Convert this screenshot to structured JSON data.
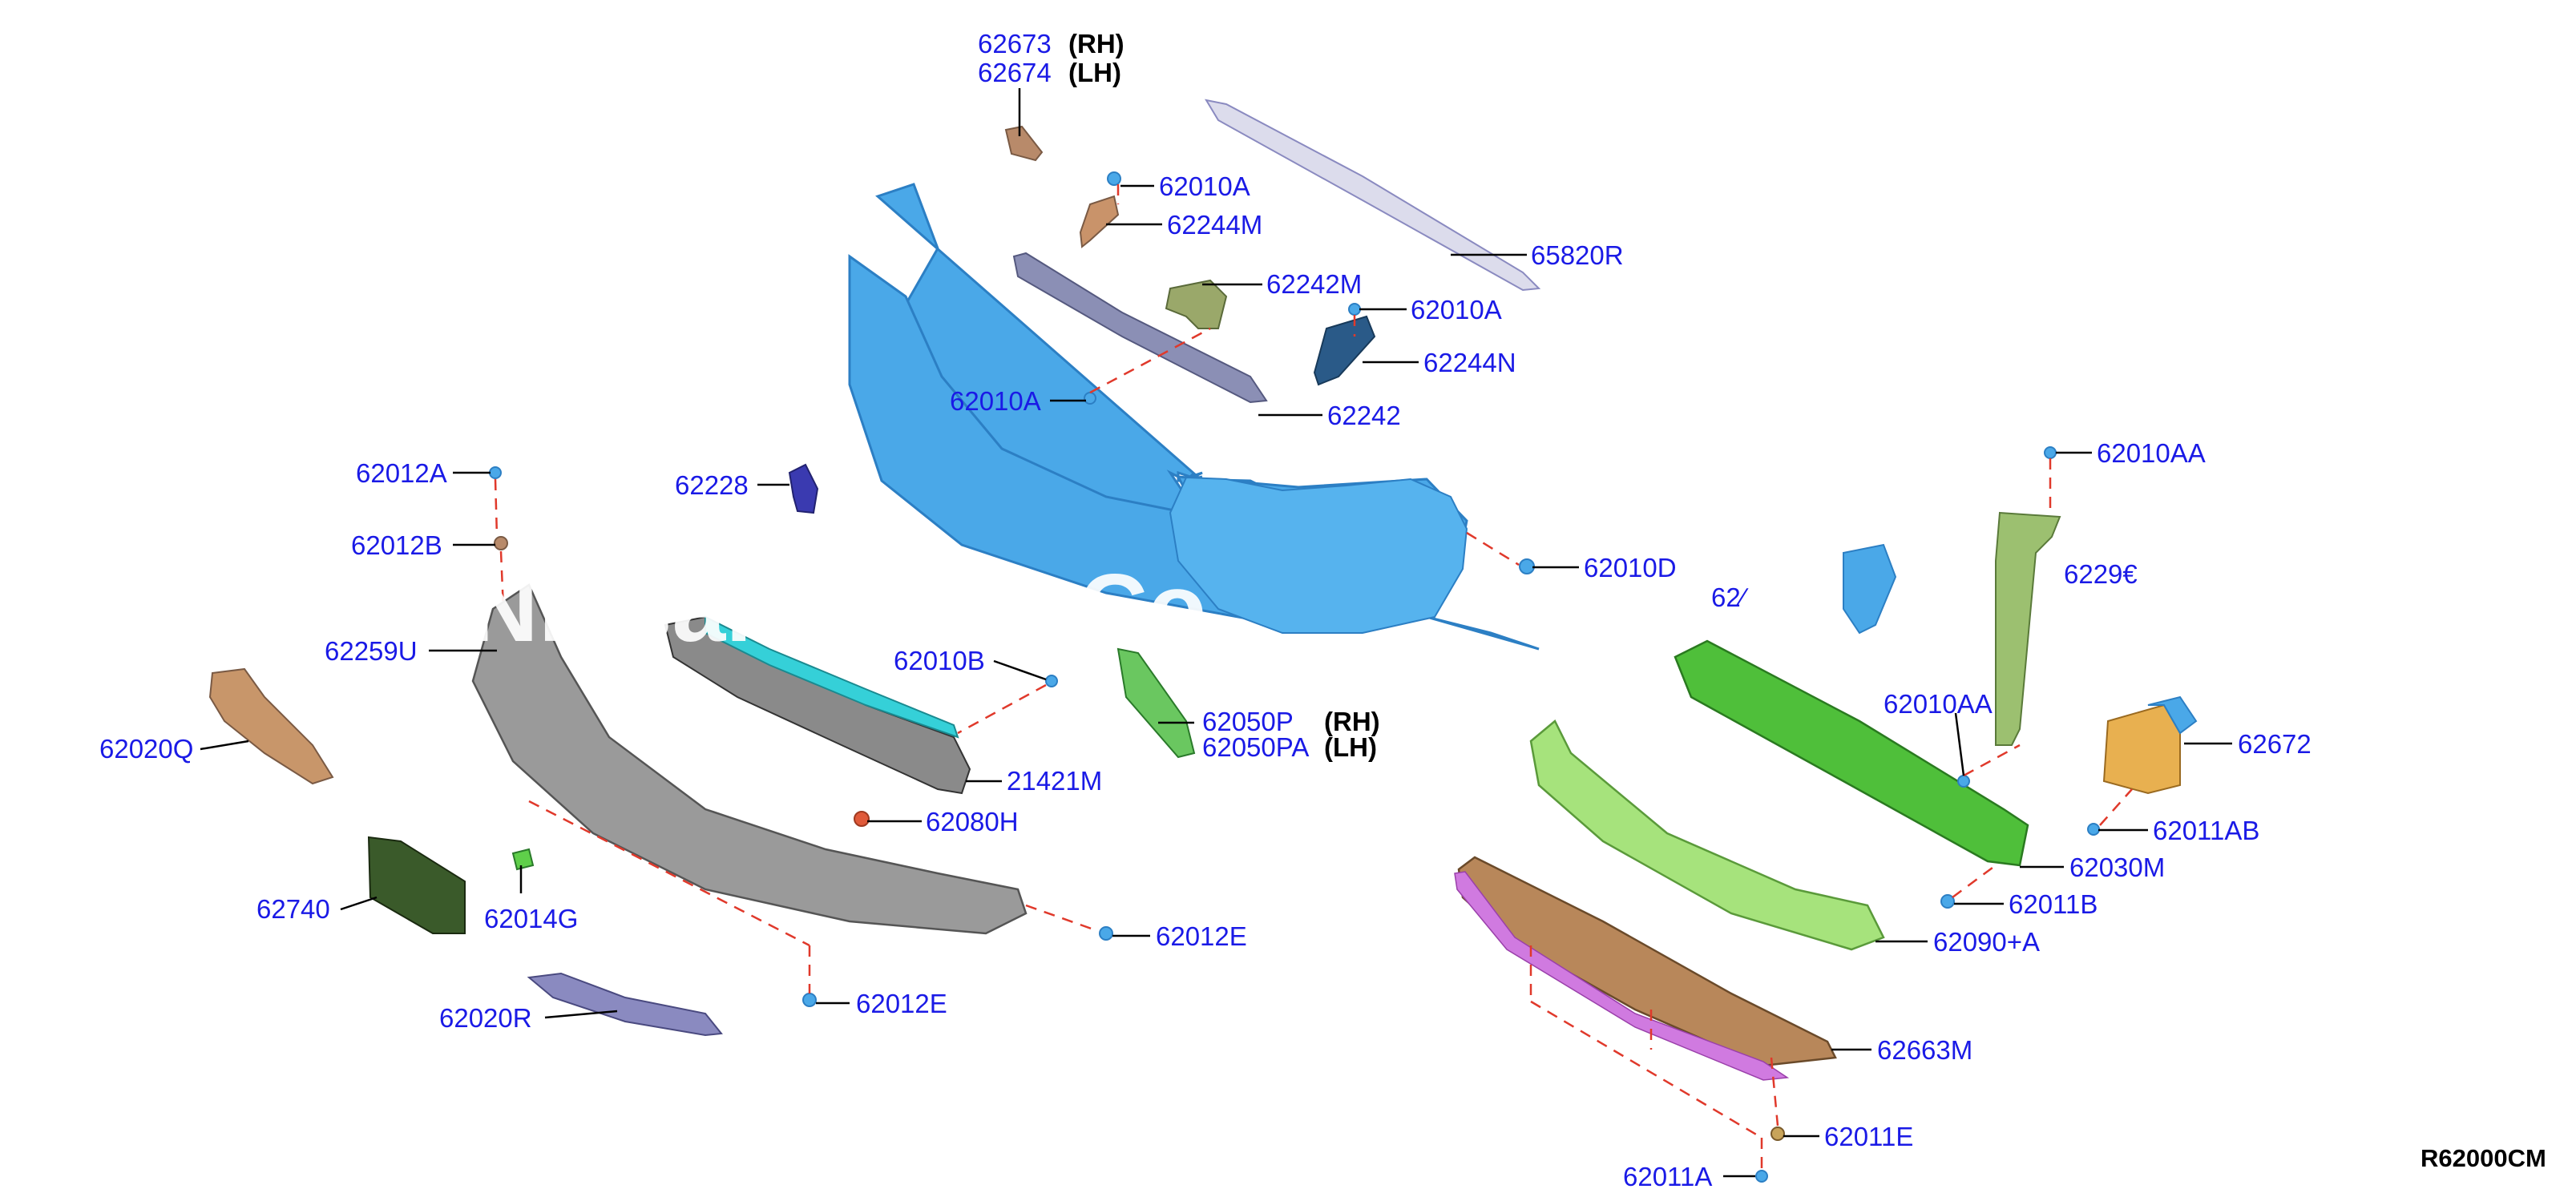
{
  "diagram": {
    "drawing_id": "R62000CM",
    "watermark": "Nissan Parts Co",
    "colors": {
      "callout": "#1a1ae6",
      "fascia": "#4aa8e8",
      "reinforcement": "#4fbf3a",
      "absorber": "#a6e37c",
      "energy_absorber_lower": "#b8875a",
      "under_cover": "#9a9a9a",
      "leader_dash": "#e0392b"
    },
    "callouts": [
      {
        "id": "c1",
        "label": "62673",
        "side": "(RH)"
      },
      {
        "id": "c2",
        "label": "62674",
        "side": "(LH)"
      },
      {
        "id": "c3",
        "label": "62010A"
      },
      {
        "id": "c4",
        "label": "62244M"
      },
      {
        "id": "c5",
        "label": "65820R"
      },
      {
        "id": "c6",
        "label": "62242M"
      },
      {
        "id": "c7",
        "label": "62010A"
      },
      {
        "id": "c8",
        "label": "62244N"
      },
      {
        "id": "c9",
        "label": "62010A"
      },
      {
        "id": "c10",
        "label": "62242"
      },
      {
        "id": "c11",
        "label": "62012A"
      },
      {
        "id": "c12",
        "label": "62228"
      },
      {
        "id": "c13",
        "label": "62012B"
      },
      {
        "id": "c14",
        "label": "62010D"
      },
      {
        "id": "c15",
        "label": "62259U"
      },
      {
        "id": "c16",
        "label": "62010B"
      },
      {
        "id": "c17",
        "label": "62020Q"
      },
      {
        "id": "c18",
        "label": "62050P",
        "side": "(RH)"
      },
      {
        "id": "c19",
        "label": "62050PA",
        "side": "(LH)"
      },
      {
        "id": "c20",
        "label": "21421M"
      },
      {
        "id": "c21",
        "label": "62080H"
      },
      {
        "id": "c22",
        "label": "62740"
      },
      {
        "id": "c23",
        "label": "62014G"
      },
      {
        "id": "c24",
        "label": "62012E"
      },
      {
        "id": "c25",
        "label": "62020R"
      },
      {
        "id": "c26",
        "label": "62012E"
      },
      {
        "id": "c27",
        "label": "62010AA"
      },
      {
        "id": "c28",
        "label": "62010AA"
      },
      {
        "id": "c29",
        "label": "62672"
      },
      {
        "id": "c30",
        "label": "62011AB"
      },
      {
        "id": "c31",
        "label": "62030M"
      },
      {
        "id": "c32",
        "label": "62011B"
      },
      {
        "id": "c33",
        "label": "62090+A"
      },
      {
        "id": "c34",
        "label": "62663M"
      },
      {
        "id": "c35",
        "label": "62011E"
      },
      {
        "id": "c36",
        "label": "62011A"
      },
      {
        "id": "c37",
        "label": "6229€"
      },
      {
        "id": "c38",
        "label": "62∕"
      }
    ]
  }
}
